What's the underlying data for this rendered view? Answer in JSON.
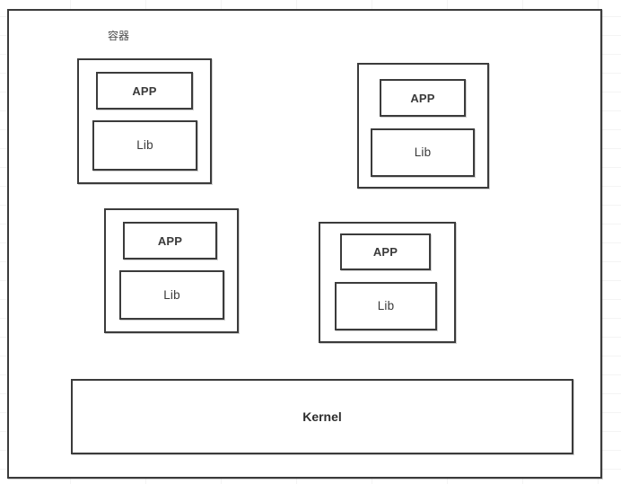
{
  "diagram": {
    "caption": "容器",
    "frame_name": "host-frame",
    "kernel": {
      "label": "Kernel"
    },
    "containers": [
      {
        "id": "container-1",
        "app_label": "APP",
        "lib_label": "Lib"
      },
      {
        "id": "container-2",
        "app_label": "APP",
        "lib_label": "Lib"
      },
      {
        "id": "container-3",
        "app_label": "APP",
        "lib_label": "Lib"
      },
      {
        "id": "container-4",
        "app_label": "APP",
        "lib_label": "Lib"
      }
    ]
  },
  "colors": {
    "stroke": "#3b3b3b",
    "text": "#3a3a3a",
    "background": "#ffffff",
    "grid": "#f0f0f0"
  }
}
